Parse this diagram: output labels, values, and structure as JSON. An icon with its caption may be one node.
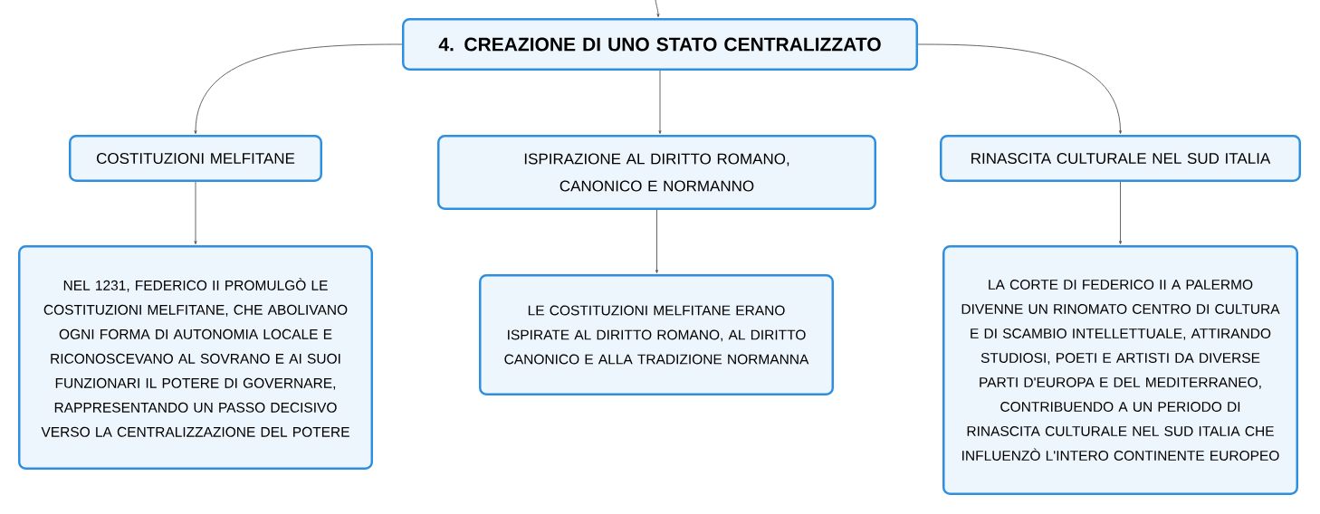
{
  "diagram": {
    "nodes": [
      {
        "text": [
          "4. CREAZIONE DI UNO STATO CENTRALIZZATO"
        ]
      },
      {
        "text": [
          "COSTITUZIONI MELFITANE"
        ]
      },
      {
        "text": [
          "ISPIRAZIONE AL DIRITTO ROMANO, CANONICO E NORMANNO"
        ]
      },
      {
        "text": [
          "RINASCITA CULTURALE NEL SUD ITALIA"
        ]
      },
      {
        "text": [
          "NEL 1231, FEDERICO II PROMULGÒ LE COSTITUZIONI MELFITANE, CHE ABOLIVANO OGNI FORMA DI AUTONOMIA LOCALE E RICONOSCEVANO AL SOVRANO E AI SUOI FUNZIONARI IL POTERE DI GOVERNARE, RAPPRESENTANDO UN PASSO DECISIVO VERSO LA CENTRALIZZAZIONE DEL POTERE"
        ]
      },
      {
        "text": [
          "LE COSTITUZIONI MELFITANE ERANO ISPIRATE AL DIRITTO ROMANO, AL DIRITTO CANONICO E ALLA TRADIZIONE NORMANNA"
        ]
      },
      {
        "text": [
          "LA CORTE DI FEDERICO II A PALERMO DIVENNE UN RINOMATO CENTRO DI CULTURA E DI SCAMBIO INTELLETTUALE, ATTIRANDO STUDIOSI, POETI E ARTISTI DA DIVERSE PARTI D'EUROPA E DEL MEDITERRANEO, CONTRIBUENDO A UN PERIODO DI RINASCITA CULTURALE NEL SUD ITALIA CHE INFLUENZÒ L'INTERO CONTINENTE EUROPEO"
        ]
      }
    ],
    "edges": [
      {
        "from": null,
        "to": 0,
        "arrow": "to"
      },
      {
        "from": 0,
        "to": 1,
        "arrow": "to"
      },
      {
        "from": 0,
        "to": 2,
        "arrow": "to"
      },
      {
        "from": 0,
        "to": 3,
        "arrow": "to"
      },
      {
        "from": 1,
        "to": 4,
        "arrow": "to"
      },
      {
        "from": 2,
        "to": 5,
        "arrow": "to"
      },
      {
        "from": 3,
        "to": 6,
        "arrow": "to"
      }
    ]
  }
}
